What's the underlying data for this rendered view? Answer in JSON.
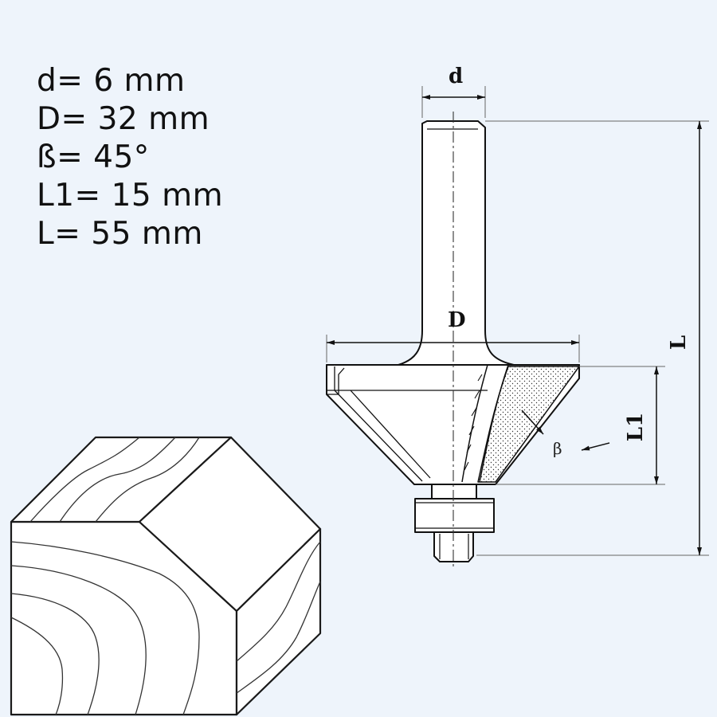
{
  "specs": [
    {
      "label": "d= 6 mm"
    },
    {
      "label": "D= 32 mm"
    },
    {
      "label": "ß= 45°"
    },
    {
      "label": "L1= 15 mm"
    },
    {
      "label": "L= 55 mm"
    }
  ],
  "dimensions": {
    "shank_diameter": "d",
    "cutter_diameter": "D",
    "overall_length": "L",
    "cutting_length": "L1",
    "angle": "β"
  },
  "colors": {
    "background": "#eef4fb",
    "line": "#111111",
    "dim_line": "#555555"
  }
}
